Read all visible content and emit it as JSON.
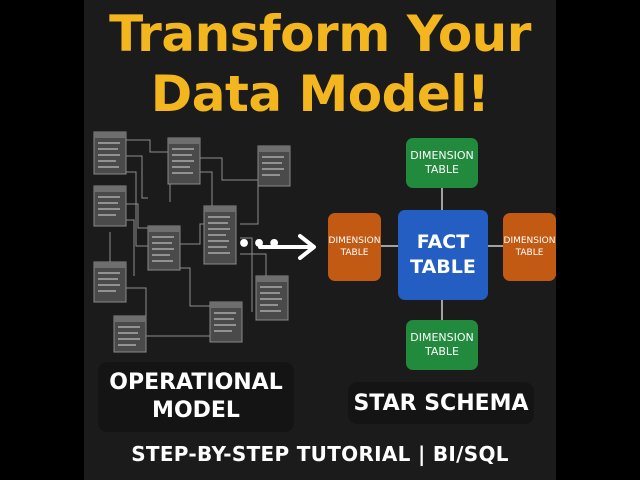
{
  "title": {
    "line1": "Transform Your",
    "line2": "Data Model!"
  },
  "labels": {
    "operational": "OPERATIONAL MODEL",
    "star_schema": "STAR SCHEMA"
  },
  "star": {
    "fact": "FACT TABLE",
    "dimension_top": "DIMENSION TABLE",
    "dimension_bottom": "DIMENSION TABLE",
    "dimension_left": "DIMENSION TABLE",
    "dimension_right": "DIMENSION TABLE"
  },
  "transition": {
    "dots": "•••"
  },
  "footer": "STEP-BY-STEP TUTORIAL | BI/SQL",
  "colors": {
    "title": "#f4b61e",
    "dimension_green": "#218a3c",
    "dimension_orange": "#c25a14",
    "fact_blue": "#245ec2",
    "background": "#1b1b1b"
  }
}
